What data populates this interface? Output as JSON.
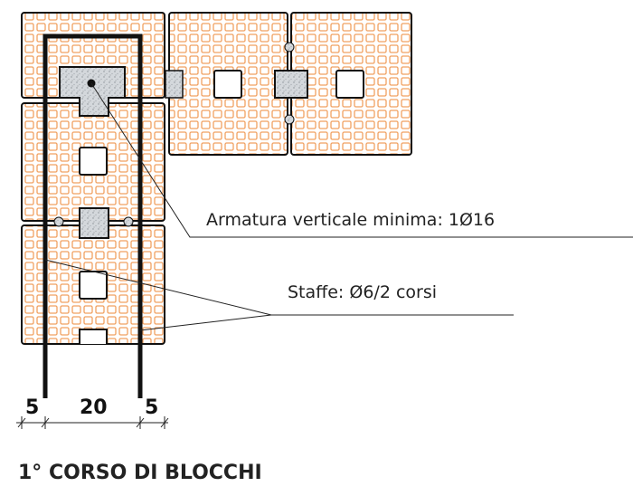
{
  "labels": {
    "rebar": "Armatura verticale minima: 1Ø16",
    "stirrups": "Staffe: Ø6/2 corsi"
  },
  "dimensions": [
    "5",
    "20",
    "5"
  ],
  "title": "1° CORSO DI BLOCCHI",
  "colors": {
    "block_cells": "#f0a060",
    "concrete": "#c8ccd0",
    "outline": "#111111"
  }
}
